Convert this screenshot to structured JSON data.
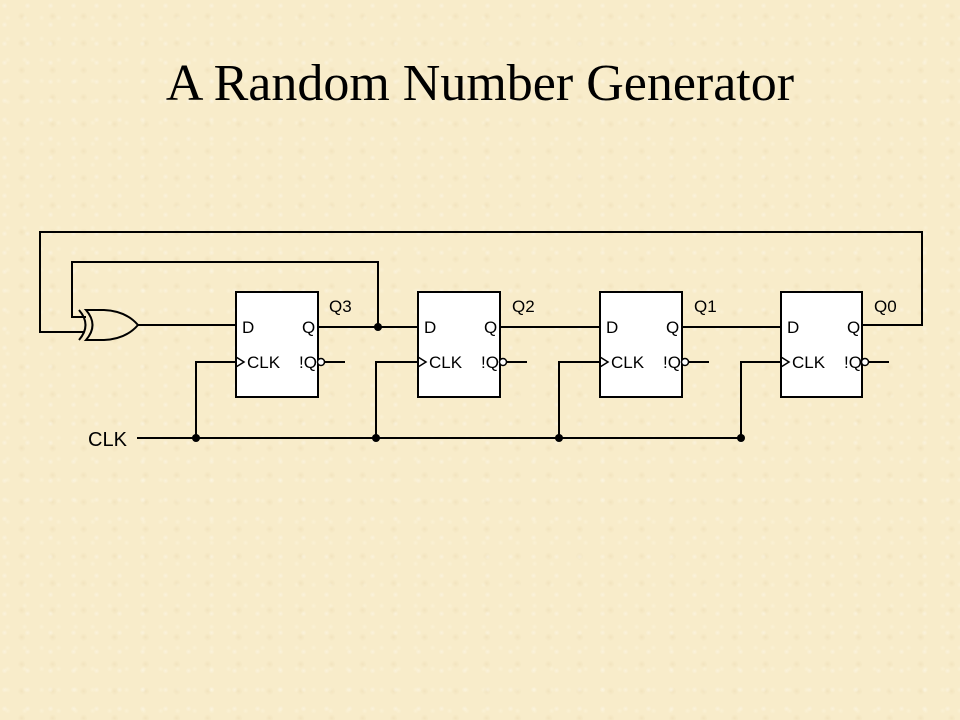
{
  "slide": {
    "title": "A Random Number Generator"
  },
  "diagram": {
    "clock_label": "CLK",
    "flip_flops": [
      {
        "output_label": "Q3",
        "pin_d": "D",
        "pin_q": "Q",
        "pin_clk": "CLK",
        "pin_nq": "!Q"
      },
      {
        "output_label": "Q2",
        "pin_d": "D",
        "pin_q": "Q",
        "pin_clk": "CLK",
        "pin_nq": "!Q"
      },
      {
        "output_label": "Q1",
        "pin_d": "D",
        "pin_q": "Q",
        "pin_clk": "CLK",
        "pin_nq": "!Q"
      },
      {
        "output_label": "Q0",
        "pin_d": "D",
        "pin_q": "Q",
        "pin_clk": "CLK",
        "pin_nq": "!Q"
      }
    ],
    "colors": {
      "background": "#f8ecca",
      "ink": "#000000"
    }
  }
}
